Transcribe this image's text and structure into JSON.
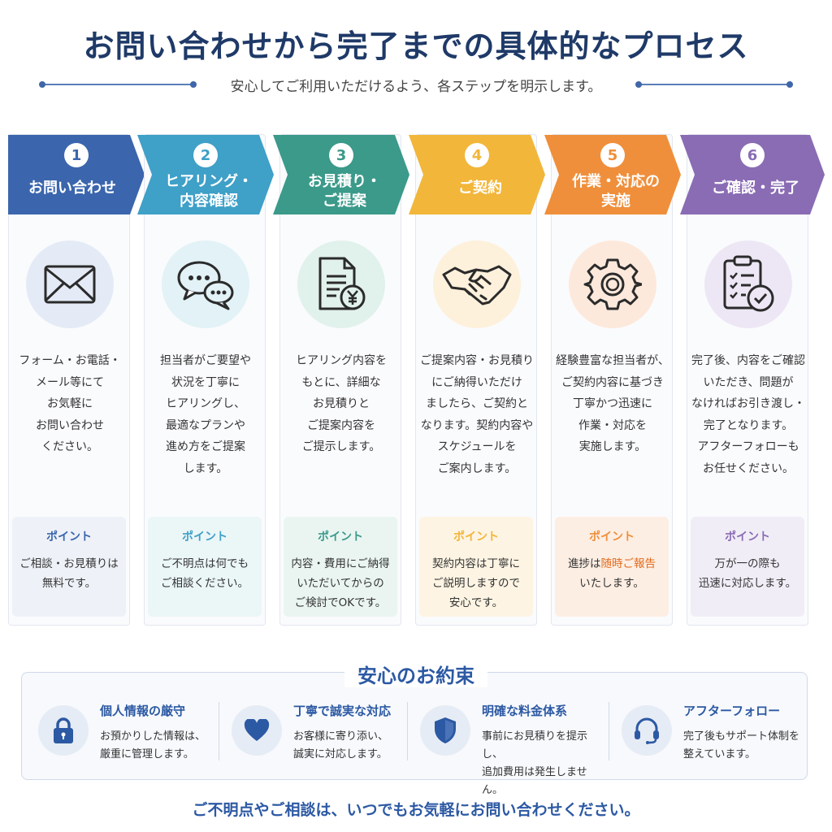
{
  "title": "お問い合わせから完了までの具体的なプロセス",
  "subtitle": "安心してご利用いただけるよう、各ステップを明示します。",
  "steps": [
    {
      "num": "1",
      "label": "お問い合わせ",
      "desc": "フォーム・お電話・\nメール等にて\nお気軽に\nお問い合わせ\nください。",
      "point_title": "ポイント",
      "point_text": "ご相談・お見積りは\n無料です。",
      "icon": "envelope-icon",
      "color": "#3b66ad",
      "light": "#e4ebf6",
      "box": "#eef2f8"
    },
    {
      "num": "2",
      "label": "ヒアリング・\n内容確認",
      "desc": "担当者がご要望や\n状況を丁寧に\nヒアリングし、\n最適なプランや\n進め方をご提案\nします。",
      "point_title": "ポイント",
      "point_text": "ご不明点は何でも\nご相談ください。",
      "icon": "chat-bubbles-icon",
      "color": "#3fa0c8",
      "light": "#e2f2f6",
      "box": "#ebf6f7"
    },
    {
      "num": "3",
      "label": "お見積り・\nご提案",
      "desc": "ヒアリング内容を\nもとに、詳細な\nお見積りと\nご提案内容を\nご提示します。",
      "point_title": "ポイント",
      "point_text": "内容・費用にご納得\nいただいてからの\nご検討でOKです。",
      "icon": "quote-document-yen-icon",
      "color": "#3b9a8a",
      "light": "#e1f1ec",
      "box": "#eaf5f1"
    },
    {
      "num": "4",
      "label": "ご契約",
      "desc": "ご提案内容・お見積り\nにご納得いただけ\nましたら、ご契約と\nなります。契約内容や\nスケジュールを\nご案内します。",
      "point_title": "ポイント",
      "point_text": "契約内容は丁寧に\nご説明しますので\n安心です。",
      "icon": "handshake-icon",
      "color": "#f2b63a",
      "light": "#fdf1dc",
      "box": "#fdf4e3"
    },
    {
      "num": "5",
      "label": "作業・対応の\n実施",
      "desc": "経験豊富な担当者が、\nご契約内容に基づき\n丁寧かつ迅速に\n作業・対応を\n実施します。",
      "point_title": "ポイント",
      "point_text": "進捗は随時ご報告\nいたします。",
      "icon": "gear-icon",
      "color": "#ef8f3b",
      "light": "#fde9db",
      "box": "#fdeee3"
    },
    {
      "num": "6",
      "label": "ご確認・完了",
      "desc": "完了後、内容をご確認\nいただき、問題が\nなければお引き渡し・\n完了となります。\nアフターフォローも\nお任せください。",
      "point_title": "ポイント",
      "point_text": "万が一の際も\n迅速に対応します。",
      "icon": "clipboard-check-icon",
      "color": "#8a6cb4",
      "light": "#ede7f5",
      "box": "#f1edf7"
    }
  ],
  "point_highlight": "随時ご報告",
  "promise": {
    "title": "安心のお約束",
    "items": [
      {
        "title": "個人情報の厳守",
        "text": "お預かりした情報は、\n厳重に管理します。",
        "icon": "lock-icon"
      },
      {
        "title": "丁寧で誠実な対応",
        "text": "お客様に寄り添い、\n誠実に対応します。",
        "icon": "heart-icon"
      },
      {
        "title": "明確な料金体系",
        "text": "事前にお見積りを提示し、\n追加費用は発生しません。",
        "icon": "shield-icon"
      },
      {
        "title": "アフターフォロー",
        "text": "完了後もサポート体制を\n整えています。",
        "icon": "headset-icon"
      }
    ]
  },
  "footer": "ご不明点やご相談は、いつでもお気軽にお問い合わせください。"
}
